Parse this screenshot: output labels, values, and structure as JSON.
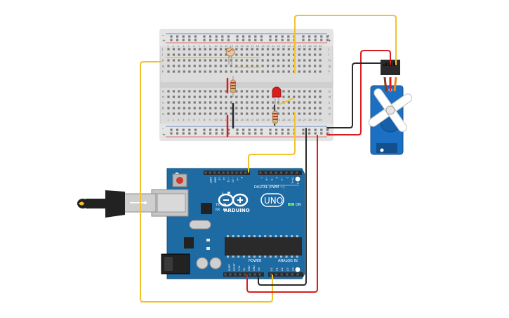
{
  "breadboard": {
    "rail_top_minus": "-",
    "rail_top_plus": "+",
    "rail_bottom_minus": "-",
    "rail_bottom_plus": "+",
    "row_letters_top": [
      "j",
      "i",
      "h",
      "g",
      "f"
    ],
    "row_letters_bottom": [
      "e",
      "d",
      "c",
      "b",
      "a"
    ],
    "column_numbers": [
      "1",
      "2",
      "3",
      "4",
      "5",
      "6",
      "7",
      "8",
      "9",
      "10",
      "11",
      "12",
      "13",
      "14",
      "15",
      "16",
      "17",
      "18",
      "19",
      "20",
      "21",
      "22",
      "23",
      "24",
      "25",
      "26",
      "27",
      "28",
      "29",
      "30"
    ]
  },
  "arduino": {
    "logo_text": "ARDUINO",
    "model_text": "UNO",
    "on_label": "ON",
    "tx_label": "TX",
    "rx_label": "RX",
    "l_label": "L",
    "digital_label": "DIGITAL (PWM ~)",
    "power_label": "POWER",
    "analog_label": "ANALOG IN",
    "digital_pins": [
      "AREF",
      "GND",
      "13",
      "12",
      "~11",
      "~10",
      "~9",
      "8",
      "7",
      "~6",
      "~5",
      "4",
      "~3",
      "2",
      "TX→1",
      "RX←0"
    ],
    "power_pins": [
      "IOREF",
      "RESET",
      "3.3V",
      "5V",
      "GND",
      "GND",
      "Vin"
    ],
    "analog_pins": [
      "A0",
      "A1",
      "A2",
      "A3",
      "A4",
      "A5"
    ]
  },
  "colors": {
    "board_blue": "#1e6aa3",
    "board_dark": "#16507c",
    "wire_yellow": "#f2c12e",
    "wire_red": "#d81e1e",
    "wire_black": "#2a2a2a",
    "servo_blue": "#1b70c4",
    "breadboard_bg": "#dcdcdc"
  },
  "icons": {
    "usb": "usb-cable-icon",
    "servo": "servo-motor-icon",
    "ldr": "photoresistor-icon",
    "led": "led-icon"
  }
}
